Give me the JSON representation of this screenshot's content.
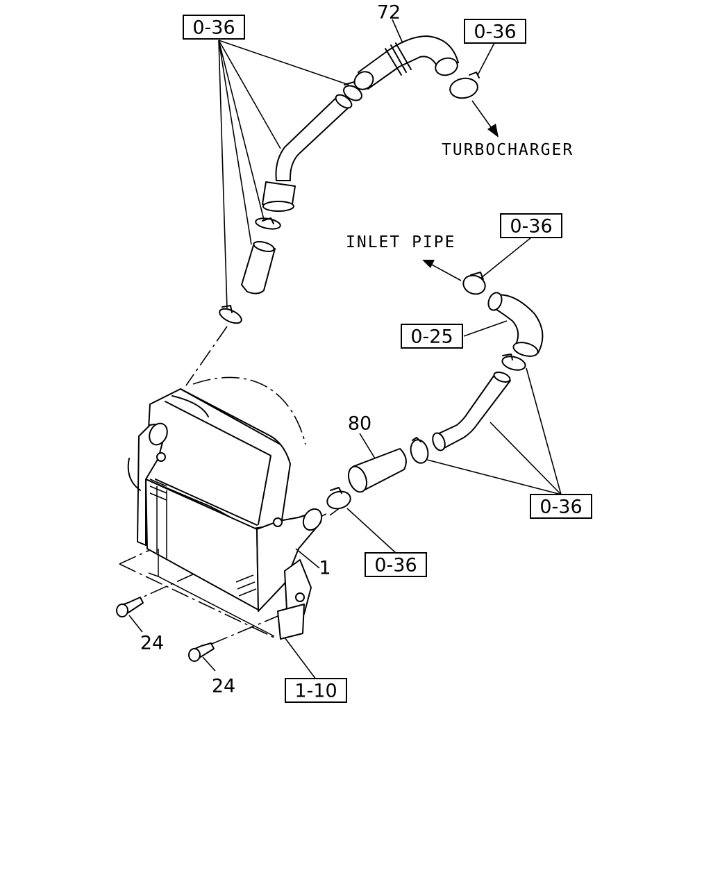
{
  "labels": {
    "ref_0_36_top_left": "0-36",
    "ref_0_36_top_right": "0-36",
    "ref_0_36_inlet": "0-36",
    "ref_0_25": "0-25",
    "ref_0_36_right": "0-36",
    "ref_0_36_bottom": "0-36",
    "ref_1_10": "1-10",
    "part_72": "72",
    "part_80": "80",
    "part_1": "1",
    "part_24_a": "24",
    "part_24_b": "24",
    "turbocharger": "TURBOCHARGER",
    "inlet_pipe": "INLET PIPE"
  }
}
